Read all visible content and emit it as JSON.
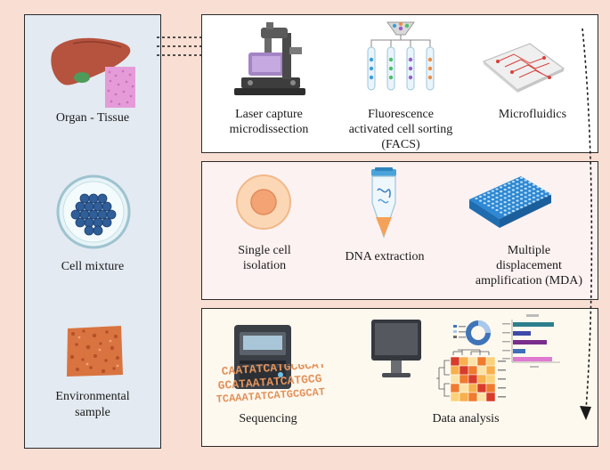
{
  "sources": {
    "organ_tissue": "Organ - Tissue",
    "cell_mixture": "Cell mixture",
    "environmental_line1": "Environmental",
    "environmental_line2": "sample"
  },
  "isolation": {
    "lcm_line1": "Laser capture",
    "lcm_line2": "microdissection",
    "facs_line1": "Fluorescence",
    "facs_line2": "activated cell sorting",
    "facs_line3": "(FACS)",
    "microfluidics": "Microfluidics"
  },
  "amplification": {
    "single_line1": "Single cell",
    "single_line2": "isolation",
    "dna": "DNA extraction",
    "mda_line1": "Multiple",
    "mda_line2": "displacement",
    "mda_line3": "amplification (MDA)"
  },
  "analysis": {
    "sequencing": "Sequencing",
    "data_analysis": "Data analysis",
    "dna_seq_1": "CAATATCATGCGCAT",
    "dna_seq_2": "GCATAATATCATGCG",
    "dna_seq_3": "TCAAATATCATGCGCAT"
  },
  "colors": {
    "background": "#f9dfd3",
    "left_panel": "#e3eaf2",
    "liver": "#b5533f",
    "tissue": "#e59bd8",
    "cells": "#2f5e99",
    "dna_letters": "#e2925b",
    "environment": "#d9733f"
  }
}
